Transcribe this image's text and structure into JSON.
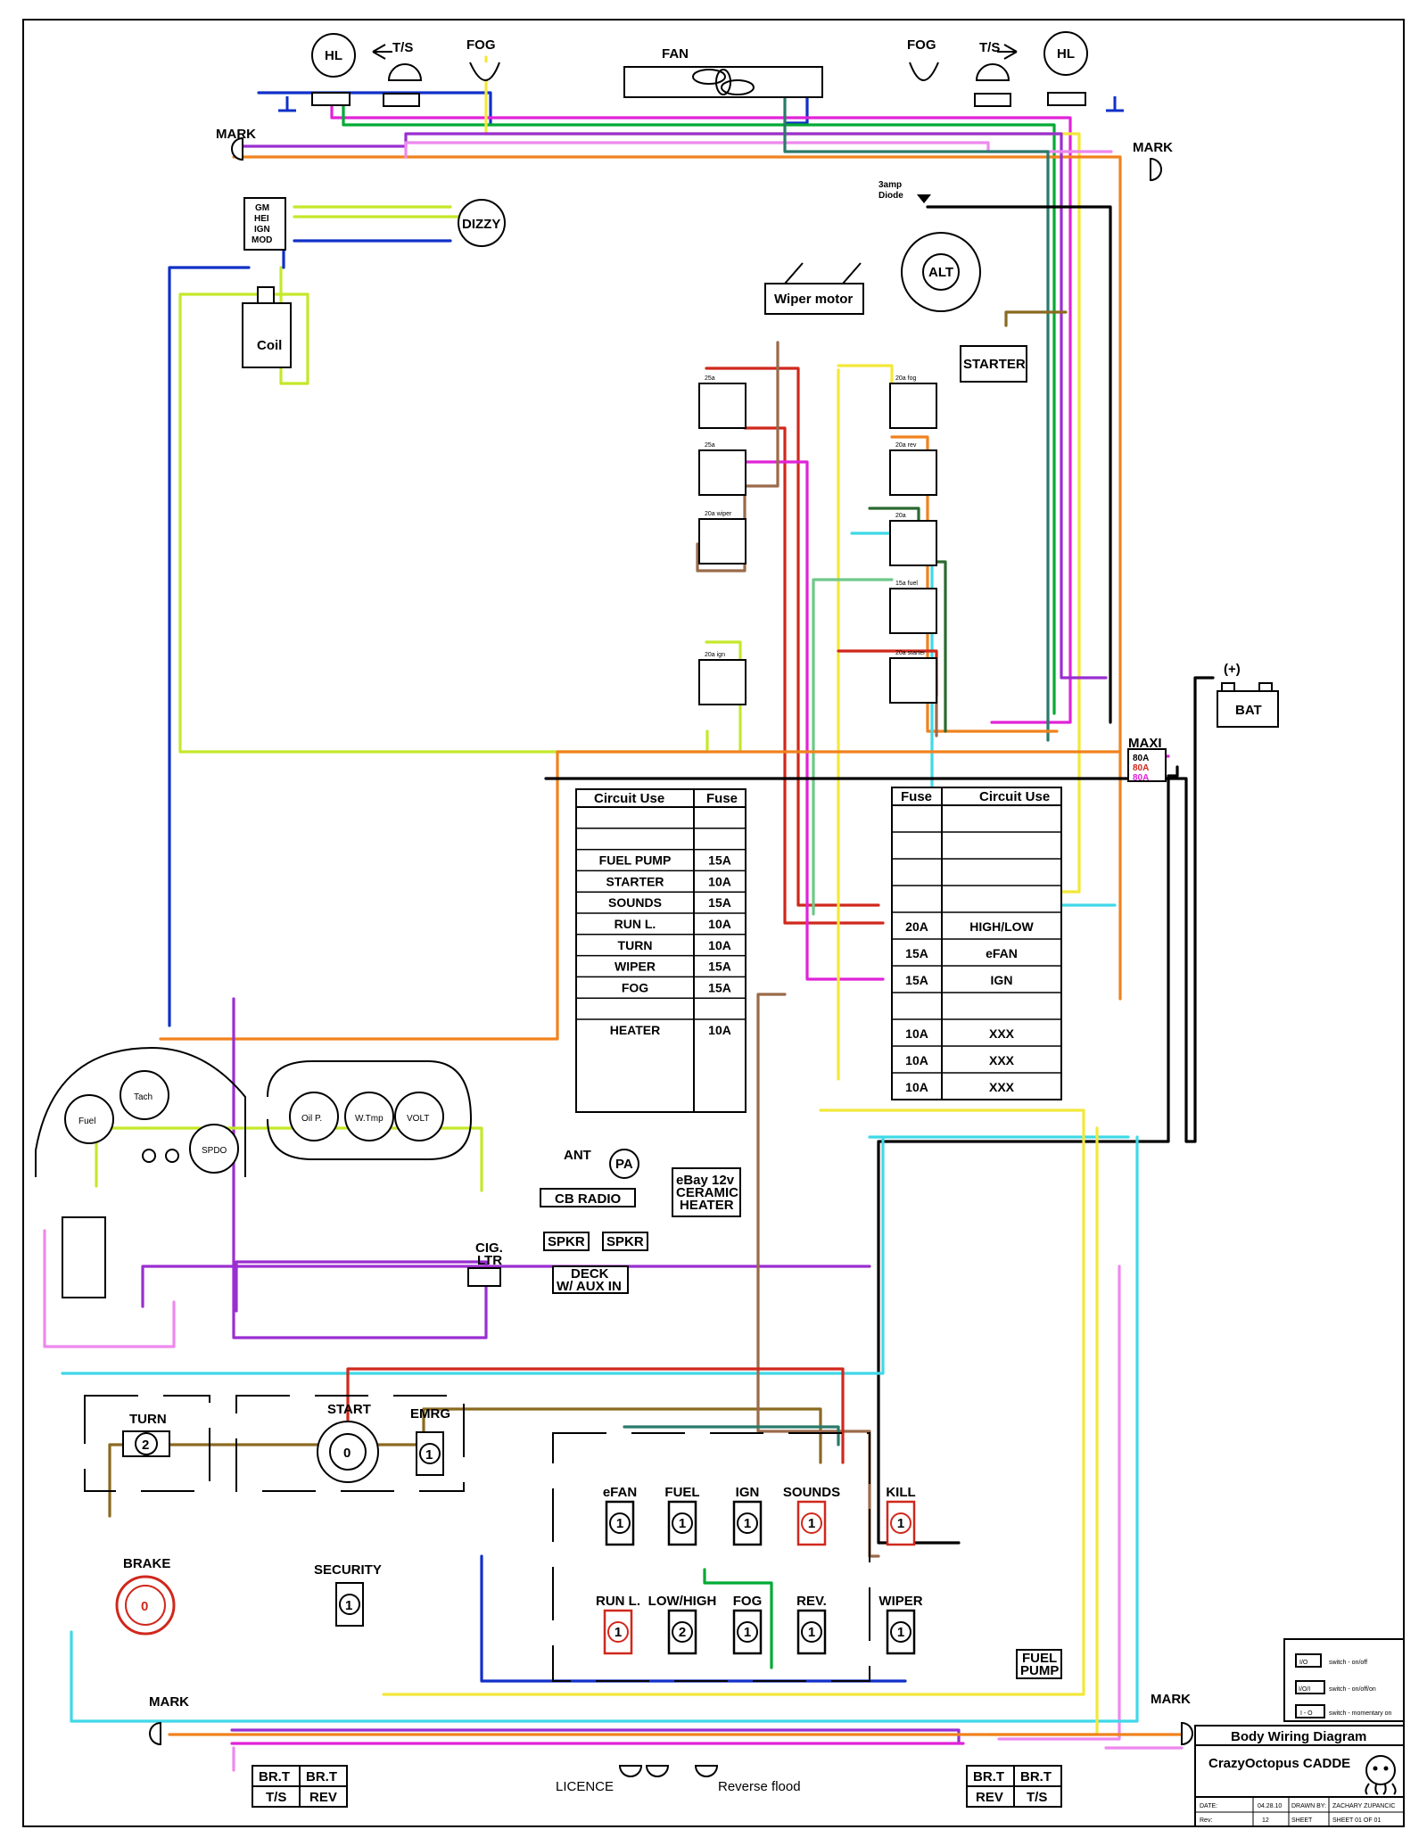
{
  "title_block": {
    "title": "Body Wiring Diagram",
    "project": "CrazyOctopus CADDE",
    "date_label": "DATE:",
    "date": "04.28.10",
    "rev_label": "Rev:",
    "rev": "12",
    "drawn_label": "DRAWN BY:",
    "drawn_by": "ZACHARY ZUPANCIC",
    "sheet_label": "SHEET",
    "sheet": "SHEET 01 OF 01"
  },
  "legend": [
    {
      "symbol": "I/O",
      "text": "switch - on/off"
    },
    {
      "symbol": "I/O/I",
      "text": "switch - on/off/on"
    },
    {
      "symbol": "I - O",
      "text": "switch - momentary on"
    }
  ],
  "components": {
    "hl_left": "HL",
    "hl_right": "HL",
    "ts_left": "T/S",
    "ts_right": "T/S",
    "fog_left": "FOG",
    "fog_right": "FOG",
    "fan": "FAN",
    "mark_tl": "MARK",
    "mark_tr": "MARK",
    "mark_bl": "MARK",
    "mark_br": "MARK",
    "gm_hei": [
      "GM",
      "HEI",
      "IGN",
      "MOD"
    ],
    "dizzy": "DIZZY",
    "coil": "Coil",
    "diode": [
      "3amp",
      "Diode"
    ],
    "alt": "ALT",
    "starter": "STARTER",
    "wiper_motor": "Wiper motor",
    "bat": "BAT",
    "bat_plus": "(+)",
    "maxi": "MAXI",
    "maxi_fuses": [
      "80A",
      "80A",
      "80A"
    ],
    "ant": "ANT",
    "pa": "PA",
    "cb_radio": "CB RADIO",
    "heater": [
      "eBay 12v",
      "CERAMIC",
      "HEATER"
    ],
    "spkr_l": "SPKR",
    "spkr_r": "SPKR",
    "cig": [
      "CIG.",
      "LTR"
    ],
    "deck": [
      "DECK",
      "W/ AUX IN"
    ],
    "fuel_pump": [
      "FUEL",
      "PUMP"
    ],
    "licence": "LICENCE",
    "reverse_flood": "Reverse flood",
    "brake": "BRAKE",
    "security": "SECURITY",
    "turn": "TURN",
    "start": "START",
    "emrg": "EMRG"
  },
  "gauges": [
    "Fuel",
    "Tach",
    "SPDO",
    "Oil P.",
    "W.Tmp",
    "VOLT"
  ],
  "relays_left": [
    "25a",
    "25a",
    "20a wiper",
    "20a ign"
  ],
  "relays_right": [
    "20a fog",
    "20a rev",
    "20a",
    "15a fuel",
    "20a starter"
  ],
  "fuse_left": {
    "headers": [
      "Circuit Use",
      "Fuse"
    ],
    "rows": [
      {
        "use": "",
        "fuse": "",
        "color": "#000000"
      },
      {
        "use": "",
        "fuse": "",
        "color": "#000000"
      },
      {
        "use": "FUEL PUMP",
        "fuse": "15A",
        "color": "#e023d8"
      },
      {
        "use": "STARTER",
        "fuse": "10A",
        "color": "#e023d8"
      },
      {
        "use": "SOUNDS",
        "fuse": "15A",
        "color": "#d0281c"
      },
      {
        "use": "RUN L.",
        "fuse": "10A",
        "color": "#d0281c"
      },
      {
        "use": "TURN",
        "fuse": "10A",
        "color": "#d0281c"
      },
      {
        "use": "WIPER",
        "fuse": "15A",
        "color": "#e023d8"
      },
      {
        "use": "FOG",
        "fuse": "15A",
        "color": "#d0281c"
      },
      {
        "use": "",
        "fuse": "",
        "color": "#000000"
      },
      {
        "use": "HEATER",
        "fuse": "10A",
        "color": "#d0281c"
      }
    ]
  },
  "fuse_right": {
    "headers": [
      "Fuse",
      "Circuit Use"
    ],
    "rows": [
      {
        "fuse": "",
        "use": "",
        "color": "#000000"
      },
      {
        "fuse": "",
        "use": "",
        "color": "#000000"
      },
      {
        "fuse": "",
        "use": "",
        "color": "#000000"
      },
      {
        "fuse": "",
        "use": "",
        "color": "#000000"
      },
      {
        "fuse": "20A",
        "use": "HIGH/LOW",
        "color": "#e023d8"
      },
      {
        "fuse": "15A",
        "use": "eFAN",
        "color": "#e023d8"
      },
      {
        "fuse": "15A",
        "use": "IGN",
        "color": "#e023d8"
      },
      {
        "fuse": "",
        "use": "",
        "color": "#000000"
      },
      {
        "fuse": "10A",
        "use": "XXX",
        "color": "#000000"
      },
      {
        "fuse": "10A",
        "use": "XXX",
        "color": "#000000"
      },
      {
        "fuse": "10A",
        "use": "XXX",
        "color": "#000000"
      }
    ]
  },
  "switches_top": [
    {
      "label": "eFAN",
      "color": "#000000",
      "num": "1"
    },
    {
      "label": "FUEL",
      "color": "#000000",
      "num": "1"
    },
    {
      "label": "IGN",
      "color": "#000000",
      "num": "1"
    },
    {
      "label": "SOUNDS",
      "color": "#d0281c",
      "num": "1"
    },
    {
      "label": "KILL",
      "color": "#d0281c",
      "num": "1"
    }
  ],
  "switches_bottom": [
    {
      "label": "RUN L.",
      "color": "#d0281c",
      "num": "1"
    },
    {
      "label": "LOW/HIGH",
      "color": "#000000",
      "num": "2"
    },
    {
      "label": "FOG",
      "color": "#000000",
      "num": "1"
    },
    {
      "label": "REV.",
      "color": "#000000",
      "num": "1"
    },
    {
      "label": "WIPER",
      "color": "#000000",
      "num": "1"
    }
  ],
  "tail_left": [
    "BR.T",
    "BR.T",
    "T/S",
    "REV"
  ],
  "tail_right": [
    "BR.T",
    "BR.T",
    "REV",
    "T/S"
  ],
  "console_nums": {
    "turn": "2",
    "start": "0",
    "emrg": "1",
    "security": "1",
    "brake": "0"
  }
}
